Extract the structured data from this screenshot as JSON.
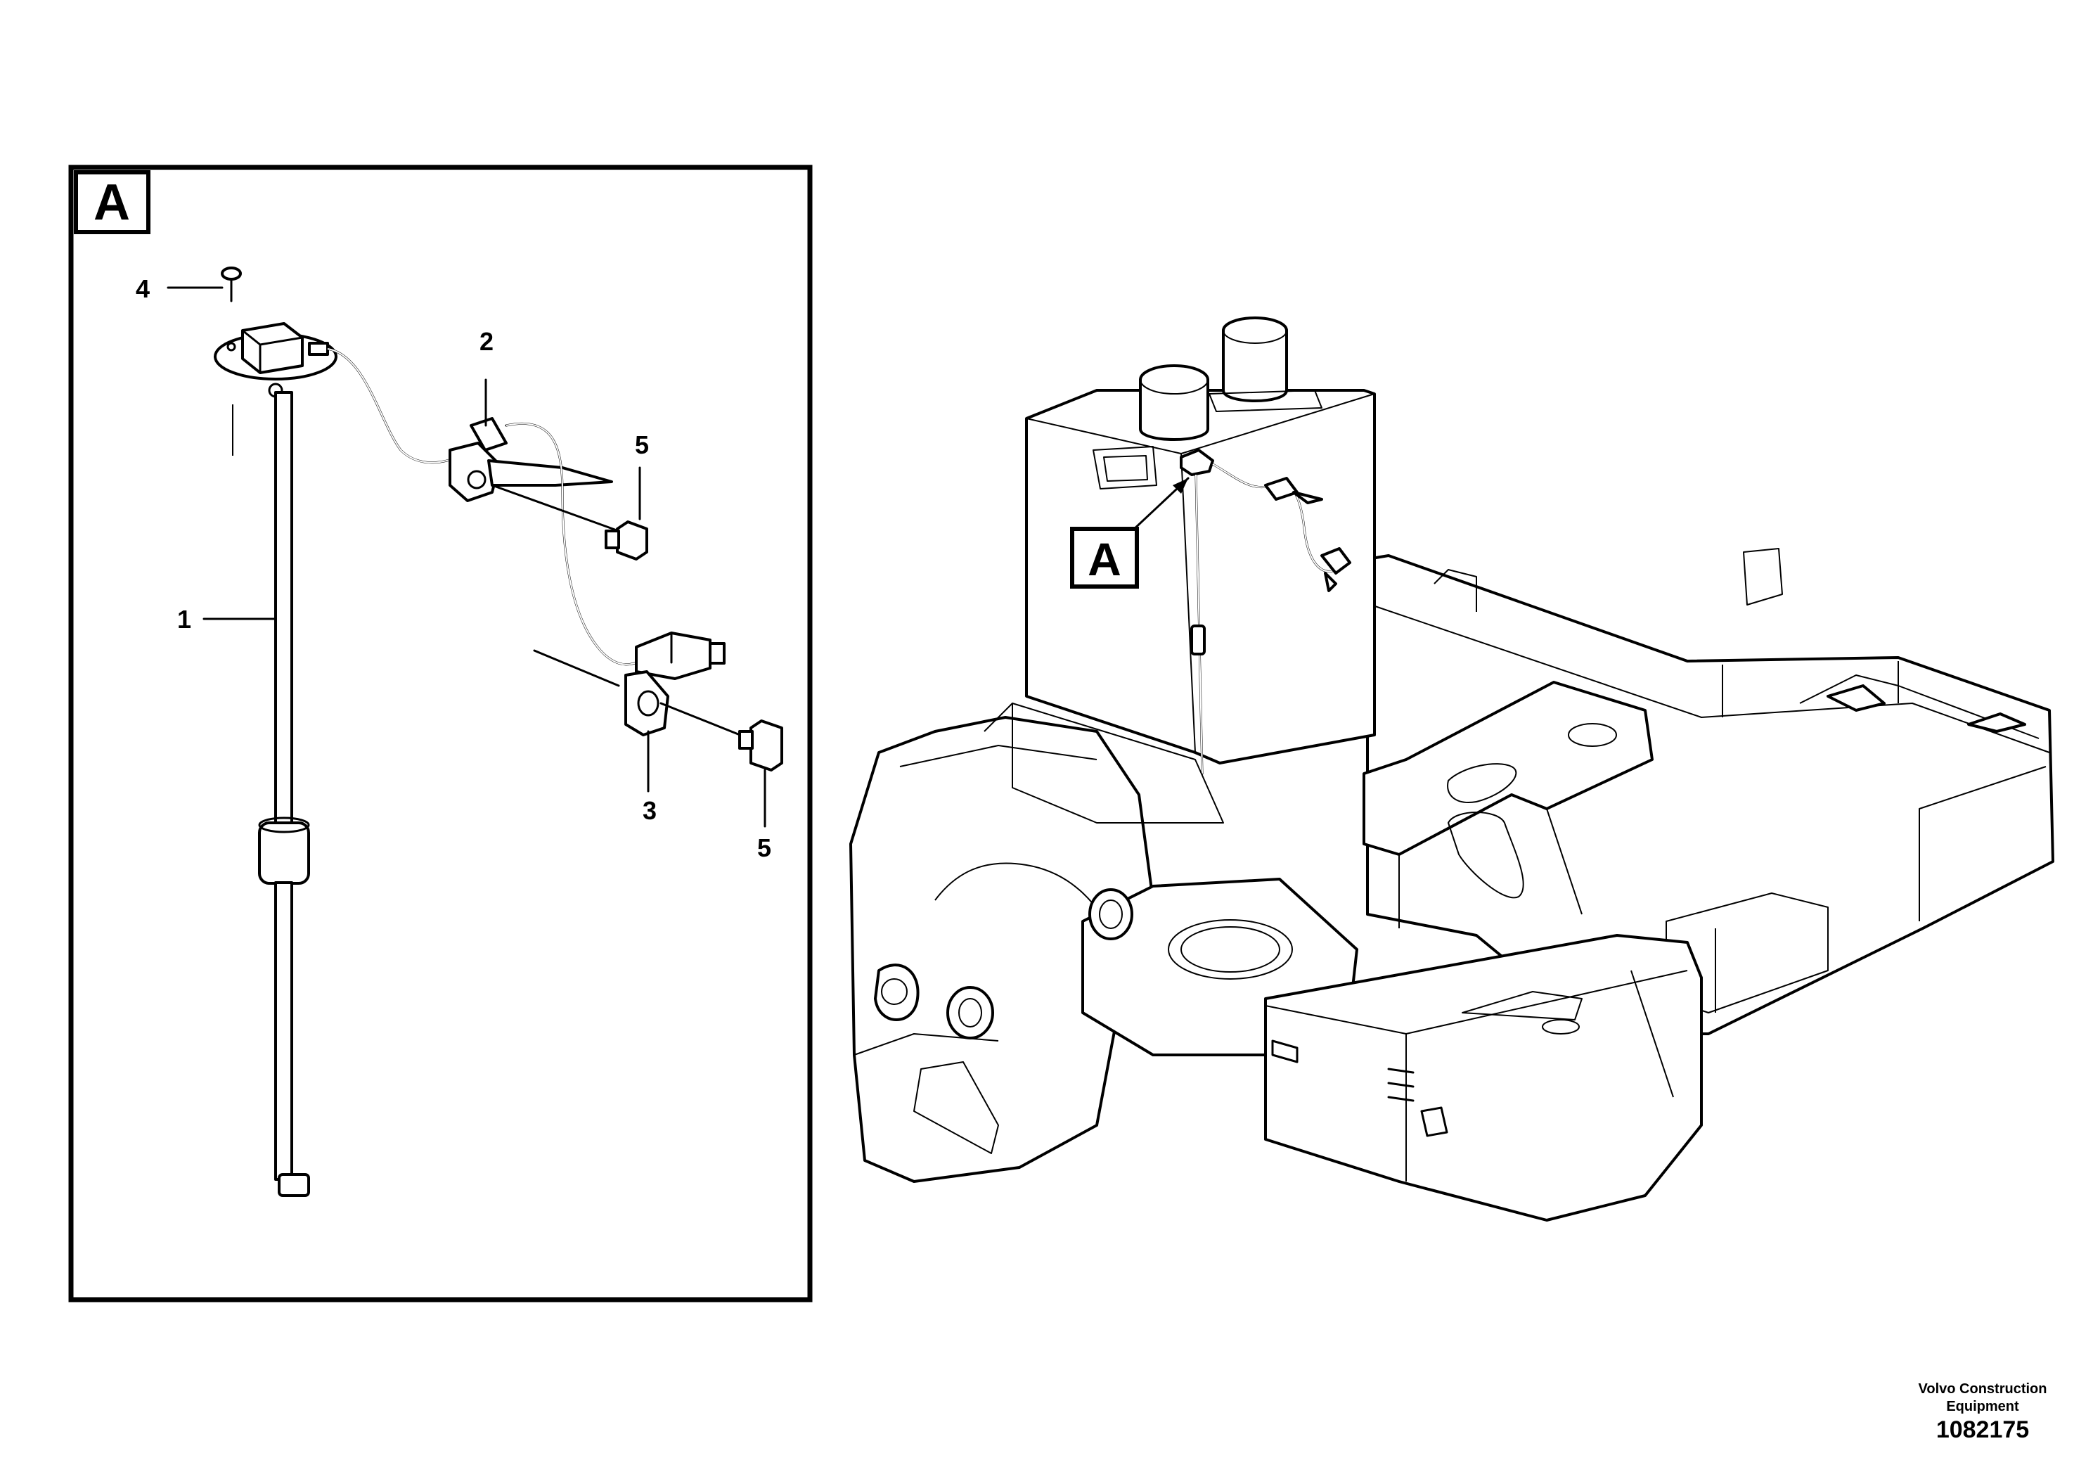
{
  "detail_view": {
    "label": "A",
    "callouts": [
      "1",
      "2",
      "3",
      "4",
      "5",
      "5"
    ]
  },
  "main_view": {
    "view_marker": "A"
  },
  "footer": {
    "company_line1": "Volvo Construction",
    "company_line2": "Equipment",
    "drawing_number": "1082175"
  }
}
